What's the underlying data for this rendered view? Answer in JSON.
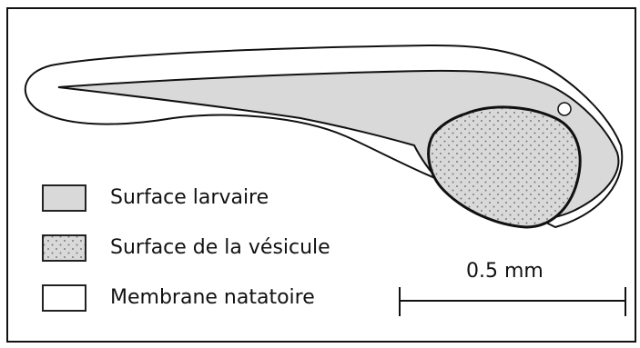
{
  "legend": {
    "items": [
      {
        "label": "Surface larvaire",
        "swatch": "larval-surface",
        "color": "#d9d9d9"
      },
      {
        "label": "Surface de la vésicule",
        "swatch": "yolk-sac-surface",
        "color": "#d9d9d9"
      },
      {
        "label": "Membrane natatoire",
        "swatch": "fin-membrane",
        "color": "#ffffff"
      }
    ]
  },
  "scale_bar": {
    "label": "0.5 mm"
  },
  "colors": {
    "larva_fill": "#d9d9d9",
    "outline": "#111111",
    "dots": "#7a7a7a",
    "background": "#ffffff"
  }
}
